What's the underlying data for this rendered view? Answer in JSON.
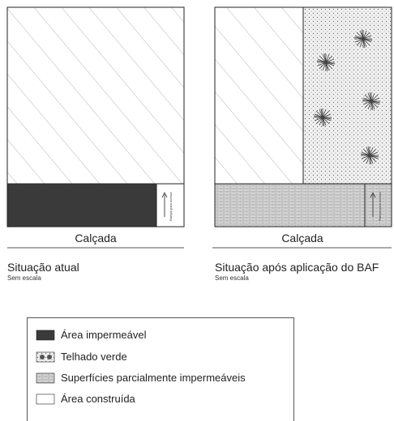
{
  "panels": [
    {
      "street_label": "Calçada",
      "title": "Situação atual",
      "scale_note": "Sem escala",
      "ramp_label": "Rampa para acesso"
    },
    {
      "street_label": "Calçada",
      "title": "Situação após aplicação do BAF",
      "scale_note": "Sem escala",
      "ramp_label": "Rampa para acesso"
    }
  ],
  "legend": {
    "items": [
      {
        "label": "Área impermeável",
        "pattern": "solid-dark"
      },
      {
        "label": "Telhado verde",
        "pattern": "dotted-with-plants"
      },
      {
        "label": "Superfícies parcialmente impermeáveis",
        "pattern": "brick-grid"
      },
      {
        "label": "Área construída",
        "pattern": "diagonal-hatch"
      }
    ]
  },
  "colors": {
    "impermeable": "#3a3a3a",
    "outline": "#222222",
    "hatch": "#b5b5b5"
  }
}
